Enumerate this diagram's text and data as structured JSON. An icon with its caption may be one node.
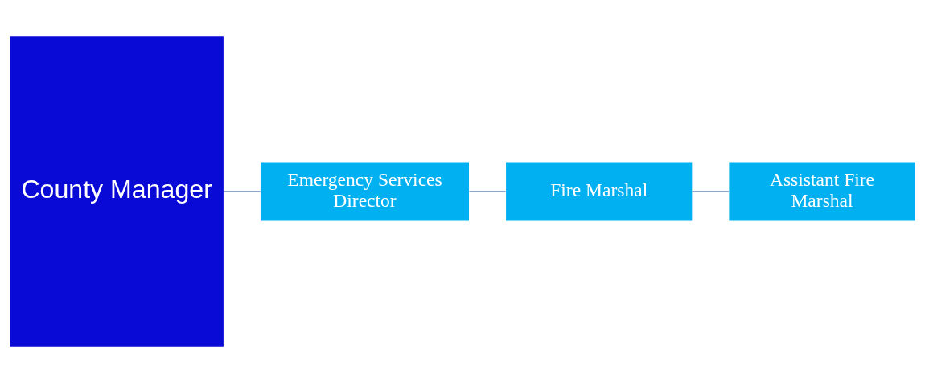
{
  "diagram": {
    "nodes": [
      {
        "text": [
          "County Manager"
        ]
      },
      {
        "text": [
          "Emergency Services Director"
        ]
      },
      {
        "text": [
          "Fire Marshal"
        ]
      },
      {
        "text": [
          "Assistant Fire Marshal"
        ]
      }
    ],
    "edges": [
      {
        "from": 0,
        "to": 1,
        "arrow": "none"
      },
      {
        "from": 1,
        "to": 2,
        "arrow": "none"
      },
      {
        "from": 2,
        "to": 3,
        "arrow": "none"
      }
    ]
  }
}
